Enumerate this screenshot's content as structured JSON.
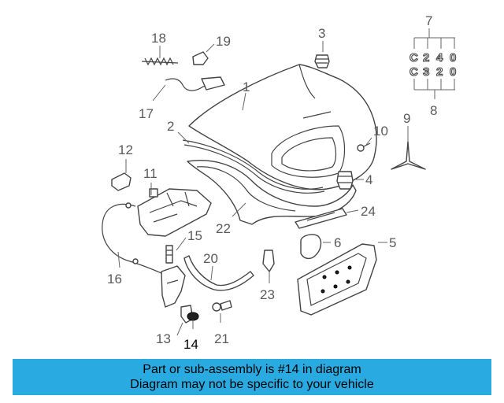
{
  "diagram": {
    "callouts": [
      {
        "id": "1",
        "label": "1"
      },
      {
        "id": "2",
        "label": "2"
      },
      {
        "id": "3",
        "label": "3"
      },
      {
        "id": "4",
        "label": "4"
      },
      {
        "id": "5",
        "label": "5"
      },
      {
        "id": "6",
        "label": "6"
      },
      {
        "id": "7",
        "label": "7"
      },
      {
        "id": "8",
        "label": "8"
      },
      {
        "id": "9",
        "label": "9"
      },
      {
        "id": "10",
        "label": "10"
      },
      {
        "id": "11",
        "label": "11"
      },
      {
        "id": "12",
        "label": "12"
      },
      {
        "id": "13",
        "label": "13"
      },
      {
        "id": "14",
        "label": "14",
        "highlighted": true
      },
      {
        "id": "15",
        "label": "15"
      },
      {
        "id": "16",
        "label": "16"
      },
      {
        "id": "17",
        "label": "17"
      },
      {
        "id": "18",
        "label": "18"
      },
      {
        "id": "19",
        "label": "19"
      },
      {
        "id": "20",
        "label": "20"
      },
      {
        "id": "21",
        "label": "21"
      },
      {
        "id": "22",
        "label": "22"
      },
      {
        "id": "23",
        "label": "23"
      },
      {
        "id": "24",
        "label": "24"
      }
    ],
    "emblems": {
      "c240": [
        "C",
        "2",
        "4",
        "0"
      ],
      "c320": [
        "C",
        "3",
        "2",
        "0"
      ]
    },
    "highlight_color": "#000000",
    "line_color": "#444444"
  },
  "footer": {
    "line1": "Part or sub-assembly is #14 in diagram",
    "line2": "Diagram may not be specific to your vehicle",
    "background": "#29abe2"
  }
}
